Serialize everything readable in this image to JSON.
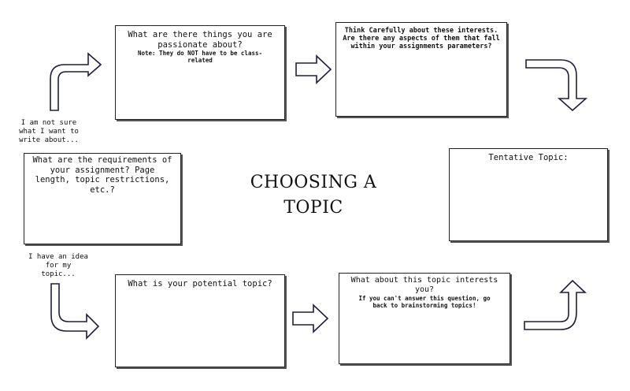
{
  "title": {
    "line1": "CHOOSING A",
    "line2": "TOPIC"
  },
  "boxes": {
    "passion": {
      "line1": "What are there things you are",
      "line2": "passionate about?",
      "note1": "Note: They do NOT have to be class-",
      "note2": "related"
    },
    "interests": {
      "line1": "Think Carefully about these interests.",
      "line2": "Are there any aspects of them that fall",
      "line3": "within your assignments parameters?"
    },
    "requirements": {
      "line1": "What are the requirements of",
      "line2": "your assignment? Page",
      "line3": "length, topic restrictions,",
      "line4": "etc.?"
    },
    "tentative": {
      "line1": "Tentative Topic:"
    },
    "potential": {
      "line1": "What is your potential topic?"
    },
    "topic_interest": {
      "line1": "What about this topic interests",
      "line2": "you?",
      "line3": "If you can't answer this question, go",
      "line4": "back to brainstorming topics!"
    }
  },
  "labels": {
    "not_sure": {
      "line1": "I am not sure",
      "line2": "what I want to",
      "line3": "write about..."
    },
    "have_idea": {
      "line1": "I have an idea",
      "line2": "for my",
      "line3": "topic..."
    }
  }
}
